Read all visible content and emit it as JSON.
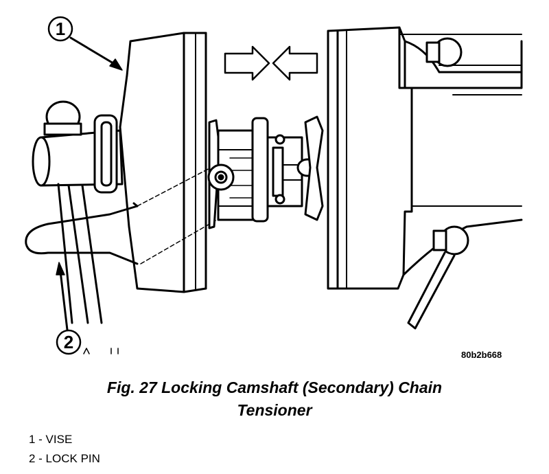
{
  "figure": {
    "callouts": [
      {
        "number": "1"
      },
      {
        "number": "2"
      }
    ],
    "code": "80b2b668"
  },
  "caption": {
    "line1": "Fig. 27 Locking Camshaft (Secondary) Chain",
    "line2": "Tensioner"
  },
  "legend": [
    {
      "text": "1 - VISE"
    },
    {
      "text": "2 - LOCK PIN"
    }
  ]
}
